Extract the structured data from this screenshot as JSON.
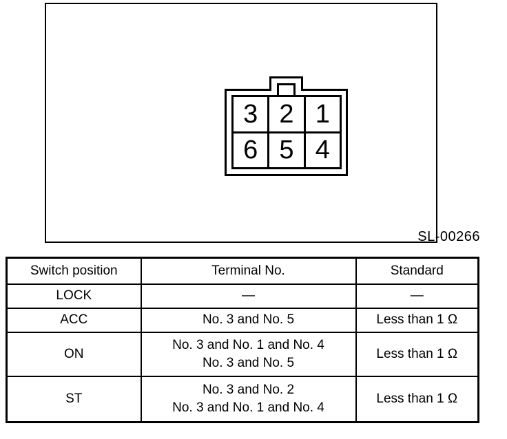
{
  "figure": {
    "label": "SL-00266",
    "connector": {
      "terminals": [
        "3",
        "2",
        "1",
        "6",
        "5",
        "4"
      ]
    }
  },
  "table": {
    "headers": [
      "Switch position",
      "Terminal No.",
      "Standard"
    ],
    "rows": [
      {
        "position": "LOCK",
        "terminals": "—",
        "standard": "—"
      },
      {
        "position": "ACC",
        "terminals": "No. 3 and No. 5",
        "standard": "Less than 1 Ω"
      },
      {
        "position": "ON",
        "terminals": "No. 3 and No. 1 and No. 4\nNo. 3 and No. 5",
        "standard": "Less than 1 Ω"
      },
      {
        "position": "ST",
        "terminals": "No. 3 and No. 2\nNo. 3 and No. 1 and No. 4",
        "standard": "Less than 1 Ω"
      }
    ]
  },
  "colors": {
    "ink": "#000000",
    "paper": "#ffffff"
  }
}
